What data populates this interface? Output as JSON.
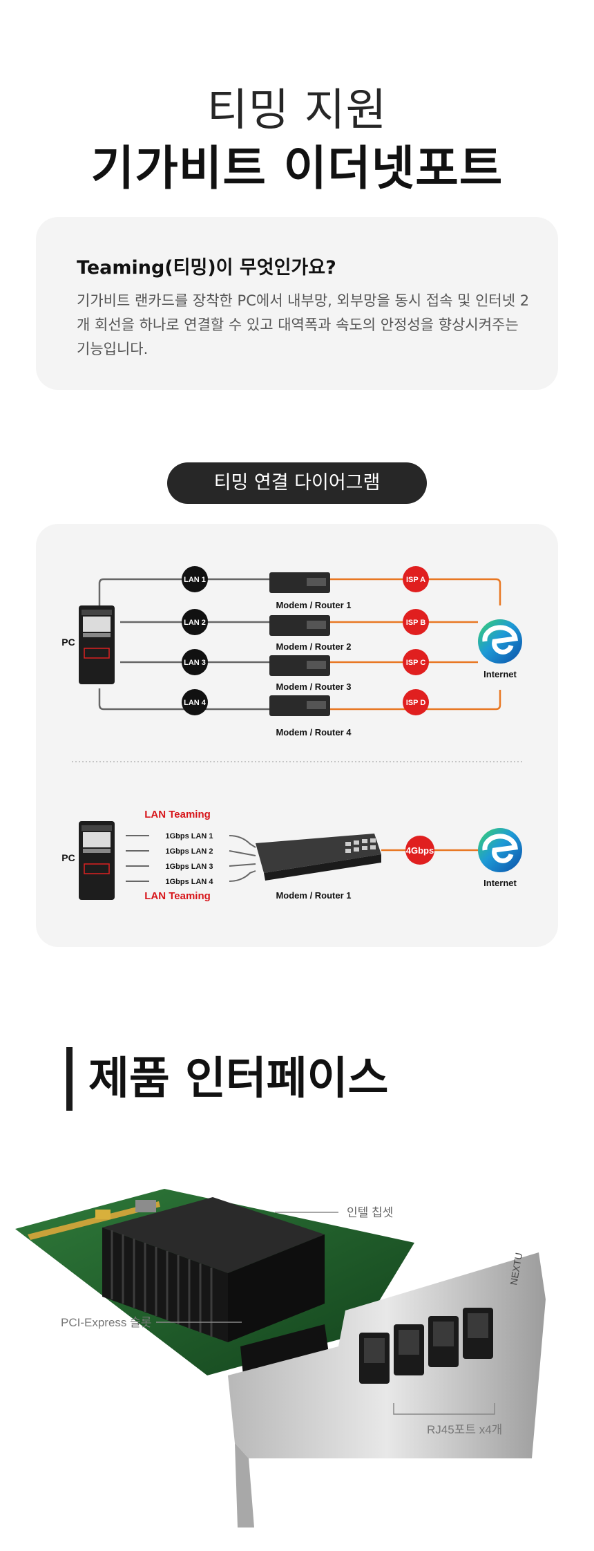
{
  "hero": {
    "subtitle": "티밍 지원",
    "title": "기가비트 이더넷포트"
  },
  "faq": {
    "question": "Teaming(티밍)이 무엇인가요?",
    "answer": "기가비트 랜카드를 장착한 PC에서 내부망, 외부망을 동시 접속 및 인터넷 2개 회선을 하나로 연결할 수 있고 대역폭과 속도의 안정성을 향상시켜주는 기능입니다."
  },
  "diagram": {
    "pill_label": "티밍 연결 다이어그램",
    "top": {
      "pc_label": "PC",
      "internet_label": "Internet",
      "links": [
        {
          "lan": "LAN 1",
          "router": "Modem / Router 1",
          "isp": "ISP A"
        },
        {
          "lan": "LAN 2",
          "router": "Modem / Router 2",
          "isp": "ISP B"
        },
        {
          "lan": "LAN 3",
          "router": "Modem / Router 3",
          "isp": "ISP C"
        },
        {
          "lan": "LAN 4",
          "router": "Modem / Router 4",
          "isp": "ISP D"
        }
      ]
    },
    "bottom": {
      "pc_label": "PC",
      "teaming_label_top": "LAN Teaming",
      "teaming_label_bottom": "LAN Teaming",
      "lans": [
        "1Gbps LAN 1",
        "1Gbps LAN 2",
        "1Gbps LAN 3",
        "1Gbps LAN 4"
      ],
      "router": "Modem / Router 1",
      "speed": "4Gbps",
      "internet_label": "Internet"
    },
    "colors": {
      "line_orange": "#e87722",
      "isp_red": "#e01f1f",
      "teaming_red": "#d7151a",
      "lan_black": "#111111"
    }
  },
  "interface": {
    "title": "제품 인터페이스",
    "callouts": {
      "chip": "인텔 칩셋",
      "slot": "PCI-Express 슬롯",
      "ports": "RJ45포트 x4개"
    },
    "bracket_text": "NEXTU"
  }
}
